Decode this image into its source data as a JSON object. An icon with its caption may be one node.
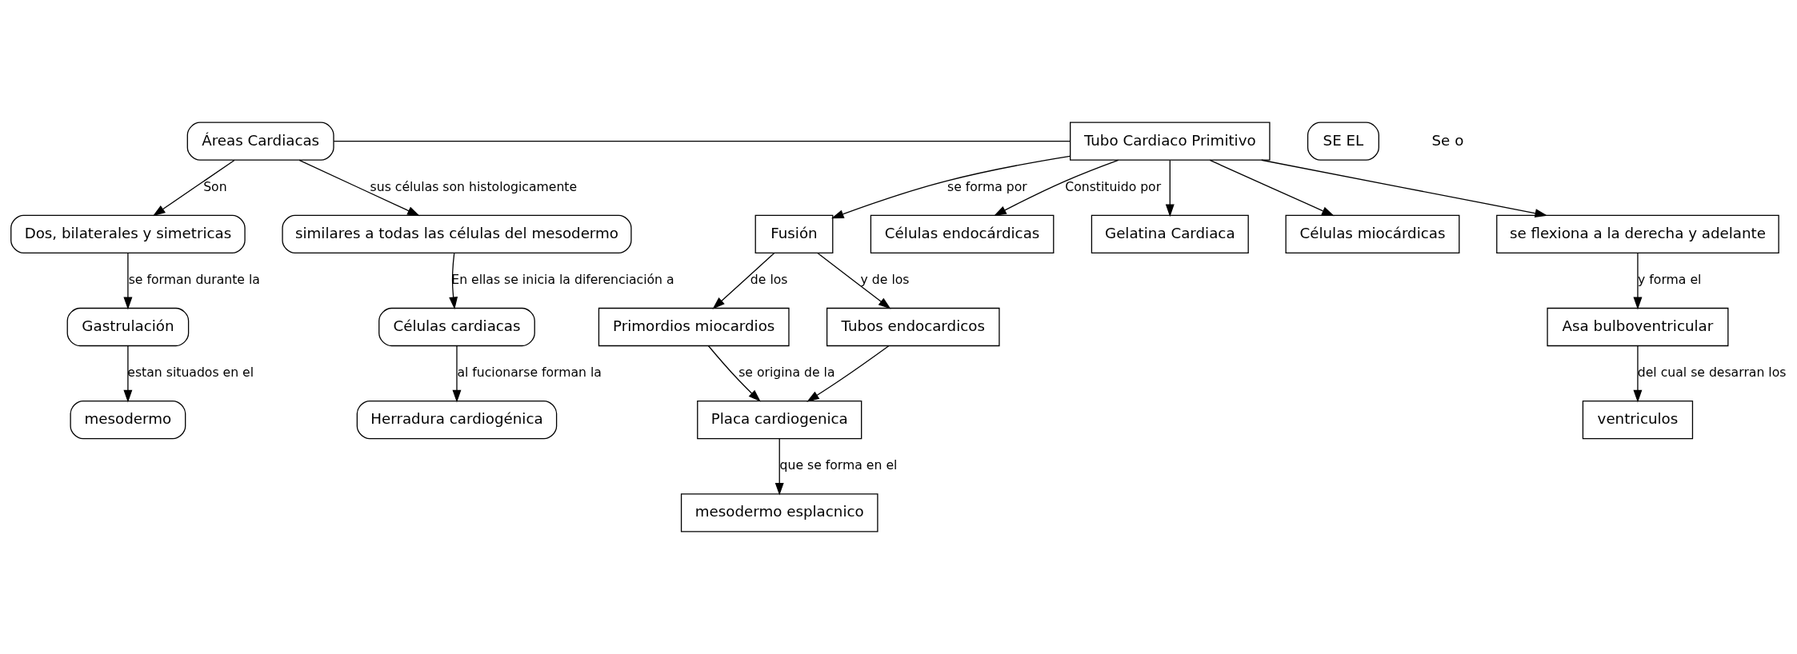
{
  "diagram": {
    "nodes": [
      {
        "text": [
          "Áreas Cardiacas"
        ]
      },
      {
        "text": [
          "Dos, bilaterales y simetricas"
        ]
      },
      {
        "text": [
          "Gastrulación"
        ]
      },
      {
        "text": [
          "mesodermo"
        ]
      },
      {
        "text": [
          "similares a todas las células del mesodermo"
        ]
      },
      {
        "text": [
          "Células cardiacas"
        ]
      },
      {
        "text": [
          "Herradura cardiogénica"
        ]
      },
      {
        "text": [
          "Tubo Cardiaco Primitivo"
        ]
      },
      {
        "text": [
          "Fusión"
        ]
      },
      {
        "text": [
          "Primordios miocardios"
        ]
      },
      {
        "text": [
          "Tubos endocardicos"
        ]
      },
      {
        "text": [
          "Placa cardiogenica"
        ]
      },
      {
        "text": [
          "mesodermo esplacnico"
        ]
      },
      {
        "text": [
          "Células endocárdicas"
        ]
      },
      {
        "text": [
          "Gelatina Cardiaca"
        ]
      },
      {
        "text": [
          "Células miocárdicas"
        ]
      },
      {
        "text": [
          "se flexiona a la derecha y adelante"
        ]
      },
      {
        "text": [
          "Asa bulboventricular"
        ]
      },
      {
        "text": [
          "ventriculos"
        ]
      },
      {
        "text": [
          "SE EL"
        ]
      }
    ],
    "edges": [
      {
        "from": 0,
        "to": 1,
        "arrow": "to",
        "label": "Son"
      },
      {
        "from": 0,
        "to": 4,
        "arrow": "to",
        "label": "sus células son histologicamente"
      },
      {
        "from": 1,
        "to": 2,
        "arrow": "to",
        "label": "se forman durante la"
      },
      {
        "from": 2,
        "to": 3,
        "arrow": "to",
        "label": "estan situados en el"
      },
      {
        "from": 4,
        "to": 5,
        "arrow": "to",
        "label": "En ellas se inicia la diferenciación a"
      },
      {
        "from": 5,
        "to": 6,
        "arrow": "to",
        "label": "al fucionarse forman la"
      },
      {
        "from": 0,
        "to": 7,
        "arrow": "none"
      },
      {
        "from": 7,
        "to": 8,
        "arrow": "to",
        "label": "se forma por"
      },
      {
        "from": 8,
        "to": 9,
        "arrow": "to",
        "label": "de los"
      },
      {
        "from": 8,
        "to": 10,
        "arrow": "to",
        "label": "y de los"
      },
      {
        "from": 9,
        "to": 11,
        "arrow": "to",
        "label": "se origina de la"
      },
      {
        "from": 10,
        "to": 11,
        "arrow": "to"
      },
      {
        "from": 11,
        "to": 12,
        "arrow": "to",
        "label": "que se forma en el"
      },
      {
        "from": 7,
        "to": 13,
        "arrow": "to",
        "label": "Constituido por"
      },
      {
        "from": 7,
        "to": 14,
        "arrow": "to"
      },
      {
        "from": 7,
        "to": 15,
        "arrow": "to"
      },
      {
        "from": 7,
        "to": 16,
        "arrow": "to"
      },
      {
        "from": 16,
        "to": 17,
        "arrow": "to",
        "label": "y forma el"
      },
      {
        "from": 17,
        "to": 18,
        "arrow": "to",
        "label": "del cual se desarran los"
      }
    ],
    "labels": [
      "Se o"
    ]
  }
}
